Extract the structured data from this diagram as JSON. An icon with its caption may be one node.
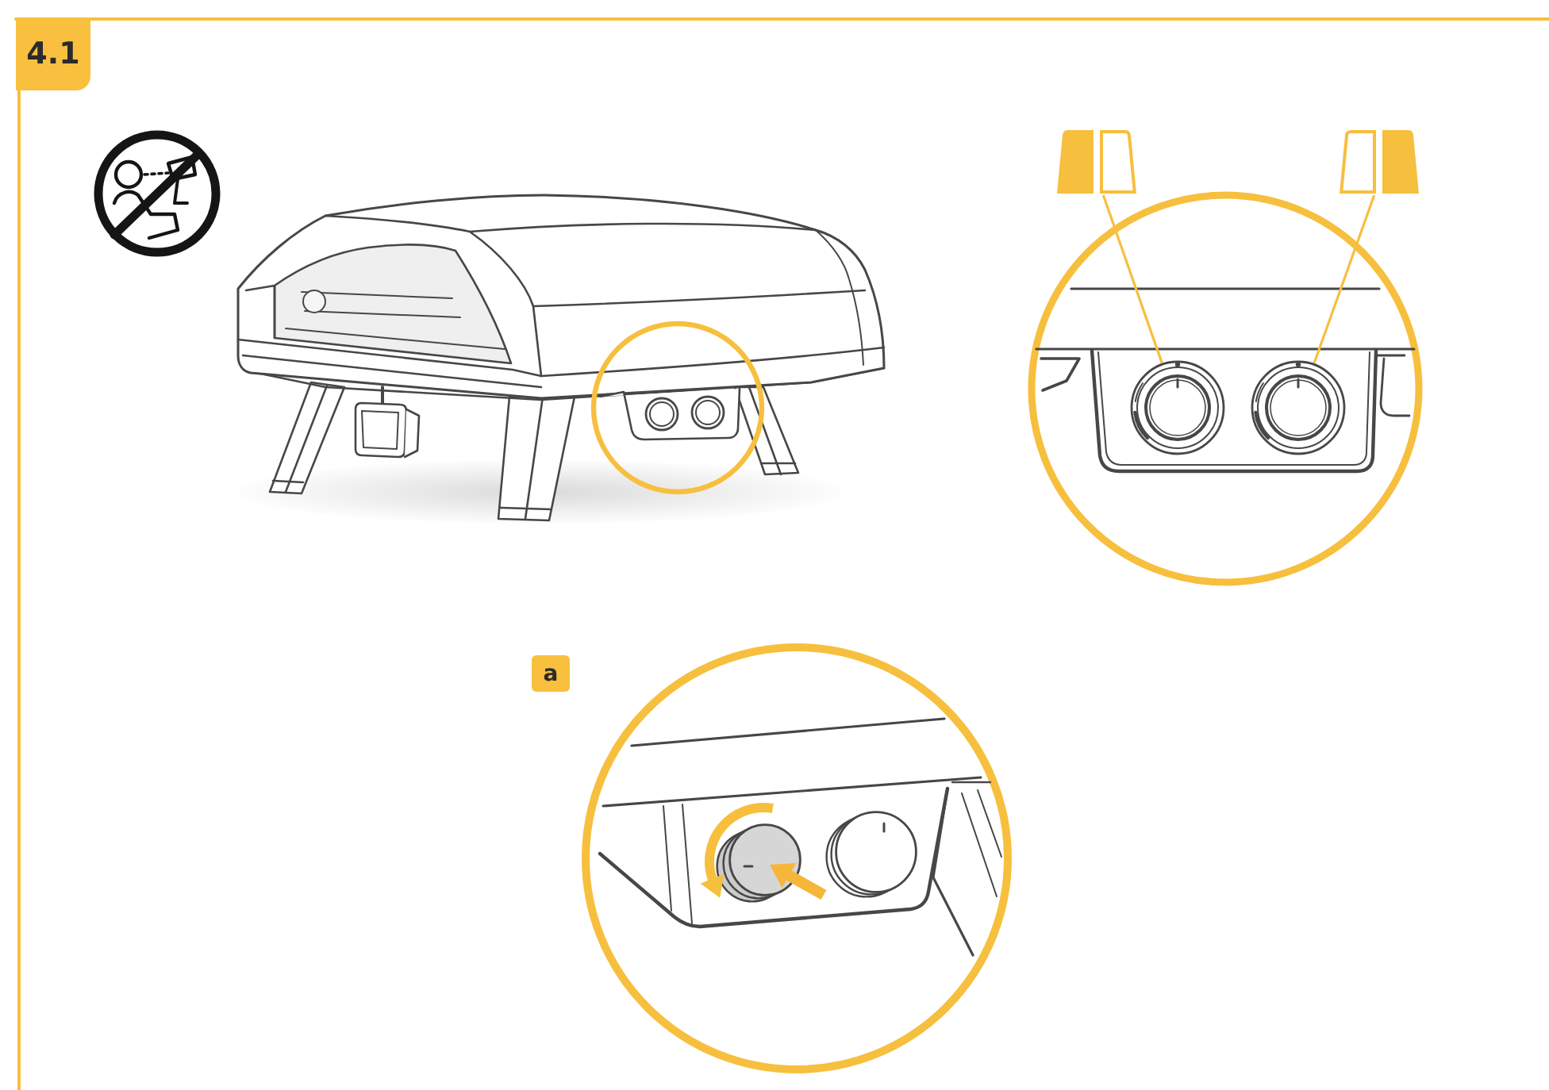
{
  "diagram": {
    "title": "4.1",
    "nodes": [
      {
        "text": [],
        "shape": "picture"
      },
      {
        "text": [],
        "shape": "picture"
      },
      {
        "text": [],
        "shape": "circle"
      },
      {
        "text": [],
        "shape": "circle"
      },
      {
        "text": [],
        "shape": "circle"
      },
      {
        "text": [],
        "shape": "circle"
      }
    ],
    "edges": [
      {
        "from": 0,
        "to": 2,
        "arrow": "none"
      },
      {
        "from": 1,
        "to": 3,
        "arrow": "none"
      }
    ],
    "labels": [
      "a"
    ]
  }
}
